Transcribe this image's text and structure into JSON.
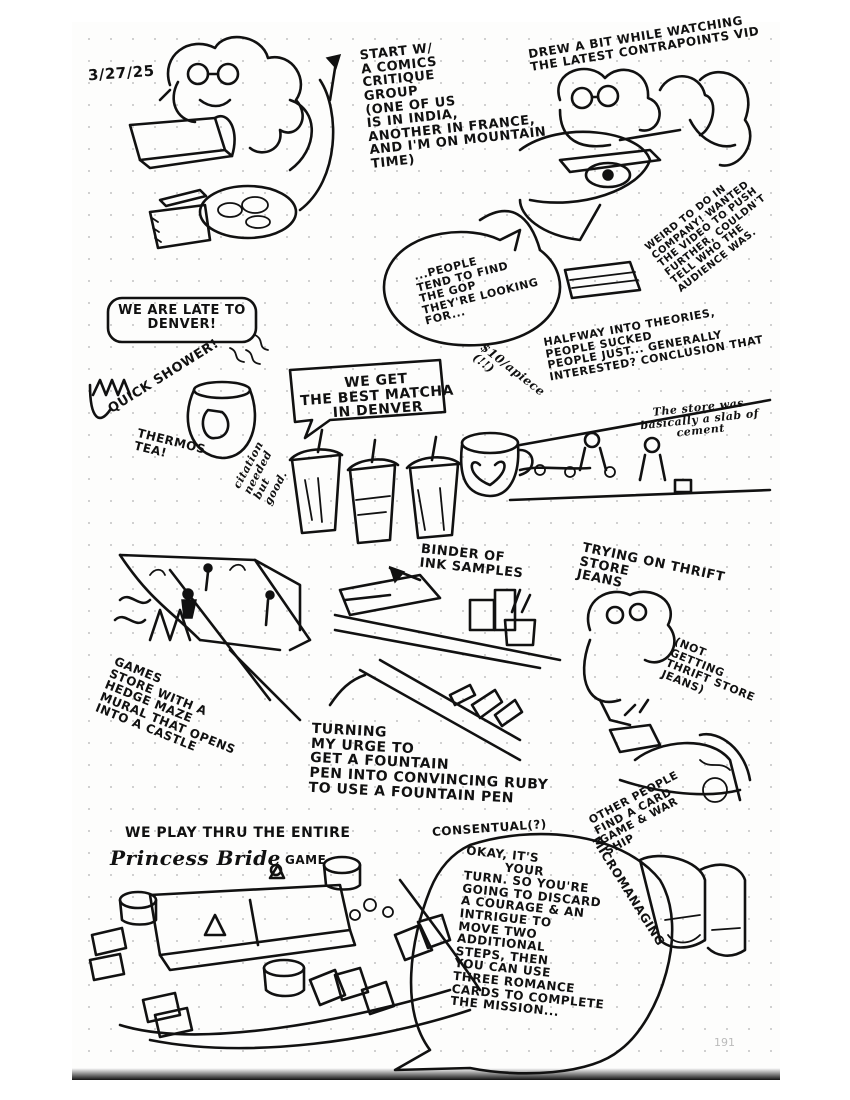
{
  "entry": {
    "date": "3/27/25",
    "page_number": "191"
  },
  "captions": {
    "critique_group": [
      "START W/",
      "A COMICS",
      "CRITIQUE",
      "GROUP",
      "(ONE OF US",
      "IS IN INDIA,",
      "ANOTHER IN FRANCE,",
      "AND I'M ON MOUNTAIN",
      "TIME)"
    ],
    "contrapoints": [
      "DREW A BIT WHILE WATCHING",
      "THE LATEST CONTRAPOINTS VID"
    ],
    "gop_bubble": [
      "...PEOPLE",
      "TEND TO FIND",
      "THE GOP",
      "THEY'RE LOOKING",
      "FOR..."
    ],
    "weird_company": [
      "WEIRD TO DO IN",
      "COMPANY! WANTED",
      "THE VIDEO TO PUSH",
      "FURTHER, COULDN'T",
      "TELL WHO THE",
      "AUDIENCE WAS."
    ],
    "halfway": [
      "HALFWAY INTO THEORIES,",
      "PEOPLE SUCKED",
      "PEOPLE JUST... GENERALLY",
      "INTERESTED? CONCLUSION THAT"
    ],
    "late_denver": "WE ARE LATE TO DENVER!",
    "quick_shower": "QUICK SHOWER!",
    "thermos_tea": [
      "THERMOS",
      "TEA!"
    ],
    "best_matcha": [
      "WE GET",
      "THE BEST MATCHA",
      "IN DENVER"
    ],
    "price": [
      "$10/apiece",
      "(!!)"
    ],
    "citation": [
      "citation",
      "needed",
      "but",
      "good."
    ],
    "store_slab": [
      "The store was",
      "basically a slab of",
      "cement"
    ],
    "binder": [
      "BINDER OF",
      "INK SAMPLES"
    ],
    "thrift_jeans": [
      "TRYING ON THRIFT",
      "STORE",
      "JEANS"
    ],
    "not_getting": [
      "(NOT",
      "GETTING",
      "THRIFT STORE",
      "JEANS)"
    ],
    "games_store": [
      "GAMES",
      "STORE WITH A",
      "HEDGE MAZE",
      "MURAL THAT OPENS",
      "INTO A CASTLE"
    ],
    "fountain_pen": [
      "TURNING",
      "MY URGE TO",
      "GET A FOUNTAIN",
      "PEN INTO CONVINCING RUBY",
      "TO USE A FOUNTAIN PEN"
    ],
    "other_people": [
      "OTHER PEOPLE",
      "FIND A CARD",
      "GAME & WAR",
      "SHIP"
    ],
    "micromanaging": "MICROMANAGING",
    "consentual": "CONSENTUAL(?)",
    "play_thru": "WE PLAY THRU THE ENTIRE",
    "princess_bride": "Princess Bride",
    "game_word": "GAME",
    "turn_speech": [
      "OKAY, IT'S",
      "YOUR",
      "TURN. SO YOU'RE",
      "GOING TO DISCARD",
      "A COURAGE & AN",
      "INTRIGUE TO",
      "MOVE TWO",
      "ADDITIONAL",
      "STEPS, THEN",
      "YOU CAN USE",
      "THREE ROMANCE",
      "CARDS TO COMPLETE",
      "THE MISSION..."
    ]
  }
}
